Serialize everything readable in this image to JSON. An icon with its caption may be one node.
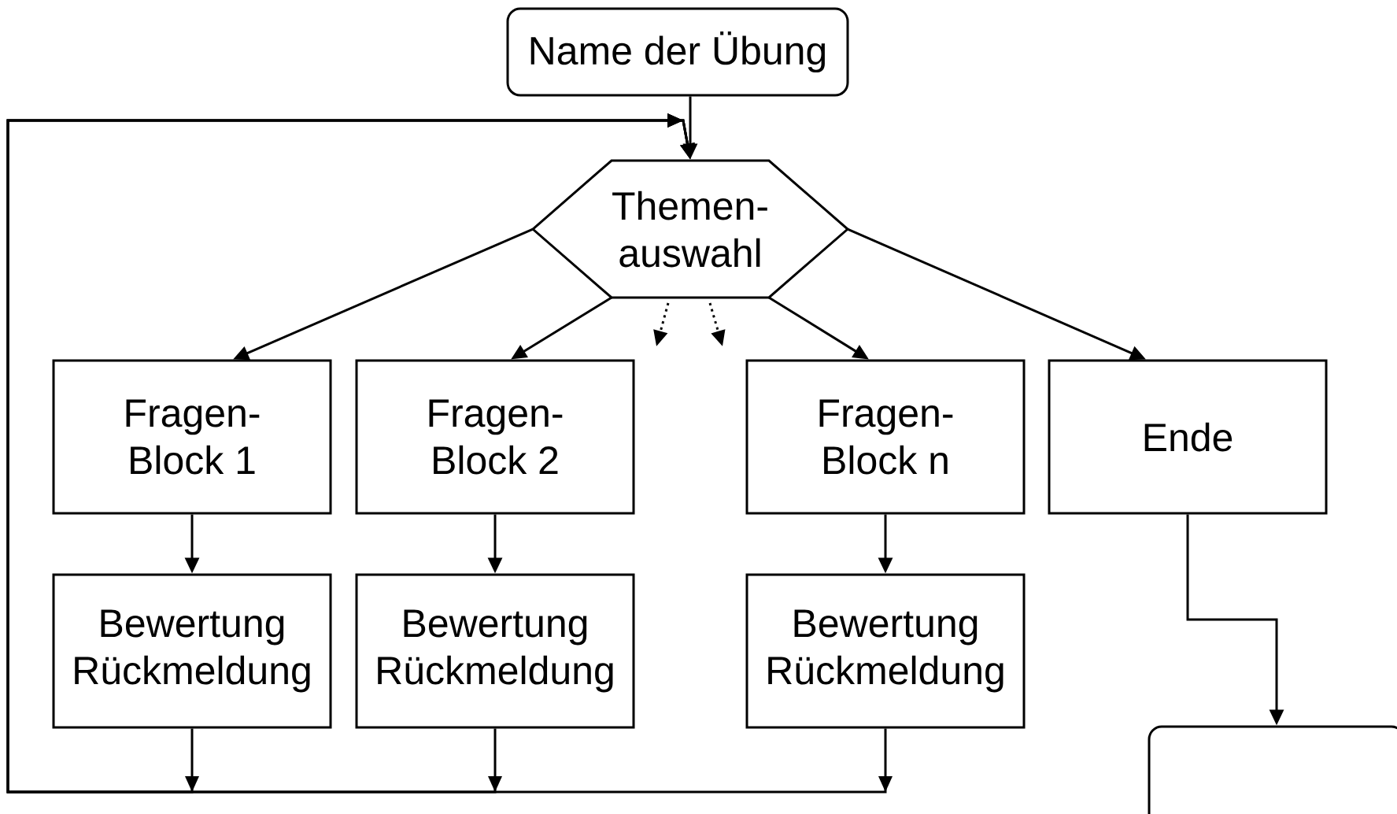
{
  "diagram": {
    "nodes": [
      {
        "text": [
          "Name der Übung"
        ]
      },
      {
        "text": [
          "Themen- auswahl"
        ]
      },
      {
        "text": [
          "Fragen- Block 1"
        ]
      },
      {
        "text": [
          "Fragen- Block 2"
        ]
      },
      {
        "text": [
          "Fragen- Block n"
        ]
      },
      {
        "text": [
          "Ende"
        ]
      },
      {
        "text": [
          "Bewertung Rückmeldung"
        ]
      },
      {
        "text": [
          "Bewertung Rückmeldung"
        ]
      },
      {
        "text": [
          "Bewertung Rückmeldung"
        ]
      },
      {
        "text": [],
        "shape": "box"
      }
    ],
    "edges": [
      {
        "from": 0,
        "to": 1,
        "arrow": "to"
      },
      {
        "from": 1,
        "to": 2,
        "arrow": "to"
      },
      {
        "from": 1,
        "to": 3,
        "arrow": "to"
      },
      {
        "from": 1,
        "to": null,
        "arrow": "to",
        "style": "dashed"
      },
      {
        "from": 1,
        "to": null,
        "arrow": "to",
        "style": "dashed"
      },
      {
        "from": 1,
        "to": 4,
        "arrow": "to"
      },
      {
        "from": 1,
        "to": 5,
        "arrow": "to"
      },
      {
        "from": 2,
        "to": 6,
        "arrow": "to"
      },
      {
        "from": 3,
        "to": 7,
        "arrow": "to"
      },
      {
        "from": 4,
        "to": 8,
        "arrow": "to"
      },
      {
        "from": 6,
        "to": 1,
        "arrow": "to"
      },
      {
        "from": 7,
        "to": 1,
        "arrow": "to"
      },
      {
        "from": 8,
        "to": 1,
        "arrow": "to"
      },
      {
        "from": 5,
        "to": 9,
        "arrow": "to"
      }
    ]
  }
}
